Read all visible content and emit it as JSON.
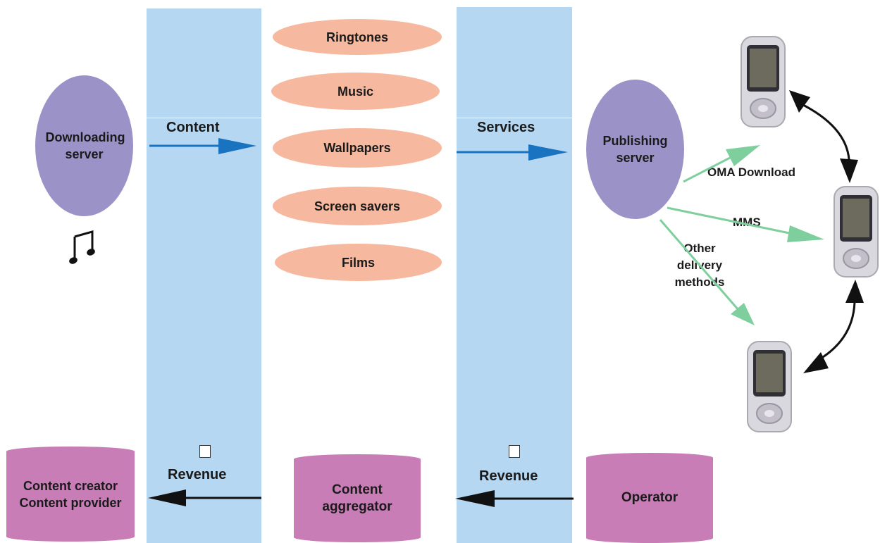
{
  "servers": {
    "downloading": "Downloading server",
    "publishing": "Publishing server"
  },
  "flows": {
    "content": "Content",
    "services": "Services",
    "revenue_left": "Revenue",
    "revenue_right": "Revenue"
  },
  "content_types": [
    "Ringtones",
    "Music",
    "Wallpapers",
    "Screen savers",
    "Films"
  ],
  "delivery": {
    "oma": "OMA Download",
    "mms": "MMS",
    "other": "Other delivery methods"
  },
  "actors": {
    "creator": "Content creator Content provider",
    "aggregator": "Content aggregator",
    "operator": "Operator"
  },
  "icons": {
    "note": "music-note-icon",
    "phone": "mobile-phone-icon",
    "currency": "currency-placeholder-icon"
  },
  "colors": {
    "band": "#b5d7f1",
    "server": "#9b93c7",
    "content": "#f6b99f",
    "actor": "#c87db6",
    "flow_arrow": "#1a73c0",
    "delivery_arrow": "#7fcf9e"
  }
}
